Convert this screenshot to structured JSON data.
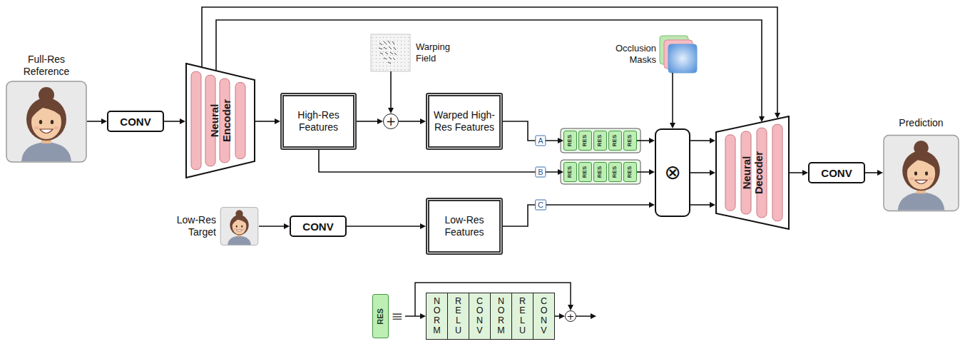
{
  "diagram": {
    "nodes": [
      {
        "text": [
          "Full-Res Reference"
        ]
      },
      {
        "text": [
          "CONV"
        ]
      },
      {
        "text": [
          "Neural Encoder"
        ]
      },
      {
        "text": [
          "High-Res Features"
        ]
      },
      {
        "text": [
          "Warping Field"
        ]
      },
      {
        "text": [
          "+"
        ]
      },
      {
        "text": [
          "Warped High-Res Features"
        ]
      },
      {
        "text": [
          "Occlusion Masks"
        ]
      },
      {
        "text": [
          "RES"
        ]
      },
      {
        "text": [
          "RES"
        ]
      },
      {
        "text": [
          "RES"
        ]
      },
      {
        "text": [
          "RES"
        ]
      },
      {
        "text": [
          "RES"
        ]
      },
      {
        "text": [
          "RES"
        ]
      },
      {
        "text": [
          "RES"
        ]
      },
      {
        "text": [
          "RES"
        ]
      },
      {
        "text": [
          "RES"
        ]
      },
      {
        "text": [
          "RES"
        ]
      },
      {
        "text": [
          "Low-Res Target"
        ]
      },
      {
        "text": [
          "CONV"
        ]
      },
      {
        "text": [
          "Low-Res Features"
        ]
      },
      {
        "text": [
          "⊗"
        ]
      },
      {
        "text": [
          "Neural Decoder"
        ]
      },
      {
        "text": [
          "CONV"
        ]
      },
      {
        "text": [
          "Prediction"
        ]
      },
      {
        "text": [
          "RES"
        ]
      },
      {
        "text": [
          "NORM"
        ]
      },
      {
        "text": [
          "RELU"
        ]
      },
      {
        "text": [
          "CONV"
        ]
      },
      {
        "text": [
          "NORM"
        ]
      },
      {
        "text": [
          "RELU"
        ]
      },
      {
        "text": [
          "CONV"
        ]
      },
      {
        "text": [
          "+"
        ]
      }
    ],
    "edges": [
      {
        "from": 0,
        "to": 1,
        "arrow": "to"
      },
      {
        "from": 1,
        "to": 2,
        "arrow": "to"
      },
      {
        "from": 2,
        "to": 3,
        "arrow": "to"
      },
      {
        "from": 3,
        "to": 5,
        "arrow": "to"
      },
      {
        "from": 4,
        "to": 5,
        "arrow": "to"
      },
      {
        "from": 5,
        "to": 6,
        "arrow": "to"
      },
      {
        "from": 6,
        "to": 8,
        "label": "A",
        "arrow": "to"
      },
      {
        "from": 3,
        "to": 13,
        "label": "B",
        "arrow": "to"
      },
      {
        "from": 7,
        "to": 21,
        "arrow": "to"
      },
      {
        "from": 12,
        "to": 21,
        "arrow": "to"
      },
      {
        "from": 17,
        "to": 21,
        "arrow": "to"
      },
      {
        "from": 18,
        "to": 19,
        "arrow": "to"
      },
      {
        "from": 19,
        "to": 20,
        "arrow": "to"
      },
      {
        "from": 20,
        "to": 21,
        "label": "C",
        "arrow": "to"
      },
      {
        "from": 21,
        "to": 22,
        "arrow": "to"
      },
      {
        "from": 21,
        "to": 22,
        "arrow": "to"
      },
      {
        "from": 21,
        "to": 22,
        "arrow": "to"
      },
      {
        "from": 2,
        "to": 22,
        "arrow": "to"
      },
      {
        "from": 2,
        "to": 22,
        "arrow": "to"
      },
      {
        "from": 22,
        "to": 23,
        "arrow": "to"
      },
      {
        "from": 23,
        "to": 24,
        "arrow": "to"
      },
      {
        "from": 31,
        "to": 32,
        "arrow": "to"
      }
    ],
    "labels": [
      "≡"
    ]
  }
}
